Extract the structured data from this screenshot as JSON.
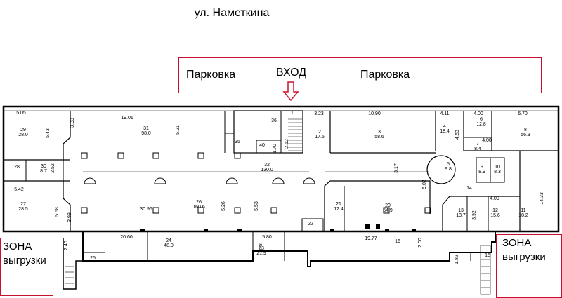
{
  "street": "ул. Наметкина",
  "parking_left": "Парковка",
  "parking_right": "Парковка",
  "entrance": "ВХОД",
  "zone_left": {
    "line1": "ЗОНА",
    "line2": "выгрузки"
  },
  "zone_right": {
    "line1": "ЗОНА",
    "line2": "выгрузки"
  },
  "colors": {
    "accent": "#c8102e"
  },
  "rooms": [
    {
      "id": "room-1",
      "number": "1",
      "area": ""
    },
    {
      "id": "room-2",
      "number": "2",
      "area": "17.5"
    },
    {
      "id": "room-3",
      "number": "3",
      "area": "58.6"
    },
    {
      "id": "room-4",
      "number": "4",
      "area": "18.4"
    },
    {
      "id": "room-5",
      "number": "5",
      "area": "9.8"
    },
    {
      "id": "room-6",
      "number": "6",
      "area": "12.8"
    },
    {
      "id": "room-7",
      "number": "7",
      "area": "8.4"
    },
    {
      "id": "room-8",
      "number": "8",
      "area": "56.3"
    },
    {
      "id": "room-9",
      "number": "9",
      "area": "8.9"
    },
    {
      "id": "room-10",
      "number": "10",
      "area": "8.3"
    },
    {
      "id": "room-11",
      "number": "11",
      "area": "10.2"
    },
    {
      "id": "room-12",
      "number": "12",
      "area": "15.6"
    },
    {
      "id": "room-13",
      "number": "13",
      "area": "13.7"
    },
    {
      "id": "room-14",
      "number": "14",
      "area": ""
    },
    {
      "id": "room-15",
      "number": "15",
      "area": ""
    },
    {
      "id": "room-16",
      "number": "16",
      "area": ""
    },
    {
      "id": "room-20",
      "number": "20",
      "area": "54.9"
    },
    {
      "id": "room-21",
      "number": "21",
      "area": "12.4"
    },
    {
      "id": "room-22",
      "number": "22",
      "area": ""
    },
    {
      "id": "room-23",
      "number": "23",
      "area": "21.9"
    },
    {
      "id": "room-24",
      "number": "24",
      "area": "48.0"
    },
    {
      "id": "room-25",
      "number": "25",
      "area": ""
    },
    {
      "id": "room-26",
      "number": "26",
      "area": "160.6"
    },
    {
      "id": "room-27",
      "number": "27",
      "area": "28.5"
    },
    {
      "id": "room-28",
      "number": "28",
      "area": ""
    },
    {
      "id": "room-29",
      "number": "29",
      "area": "28.0"
    },
    {
      "id": "room-30",
      "number": "30",
      "area": "8.7"
    },
    {
      "id": "room-31",
      "number": "31",
      "area": "98.0"
    },
    {
      "id": "room-32",
      "number": "32",
      "area": "130.0"
    },
    {
      "id": "room-35",
      "number": "35",
      "area": ""
    },
    {
      "id": "room-36",
      "number": "36",
      "area": ""
    },
    {
      "id": "room-40",
      "number": "40",
      "area": ""
    }
  ],
  "dimensions": [
    "5.05",
    "19.01",
    "3.33",
    "5.43",
    "5.21",
    "3.23",
    "10.90",
    "4.11",
    "4.00",
    "6.70",
    "4.63",
    "4.00",
    "1.70",
    "2.52",
    "3.17",
    "5.02",
    "2.52",
    "5.42",
    "5.58",
    "3.99",
    "30.96",
    "5.26",
    "5.53",
    "4.00",
    "3.92",
    "14.33",
    "20.60",
    "5.80",
    "3.78",
    "19.77",
    "2.00",
    "2.40",
    "1.82"
  ]
}
